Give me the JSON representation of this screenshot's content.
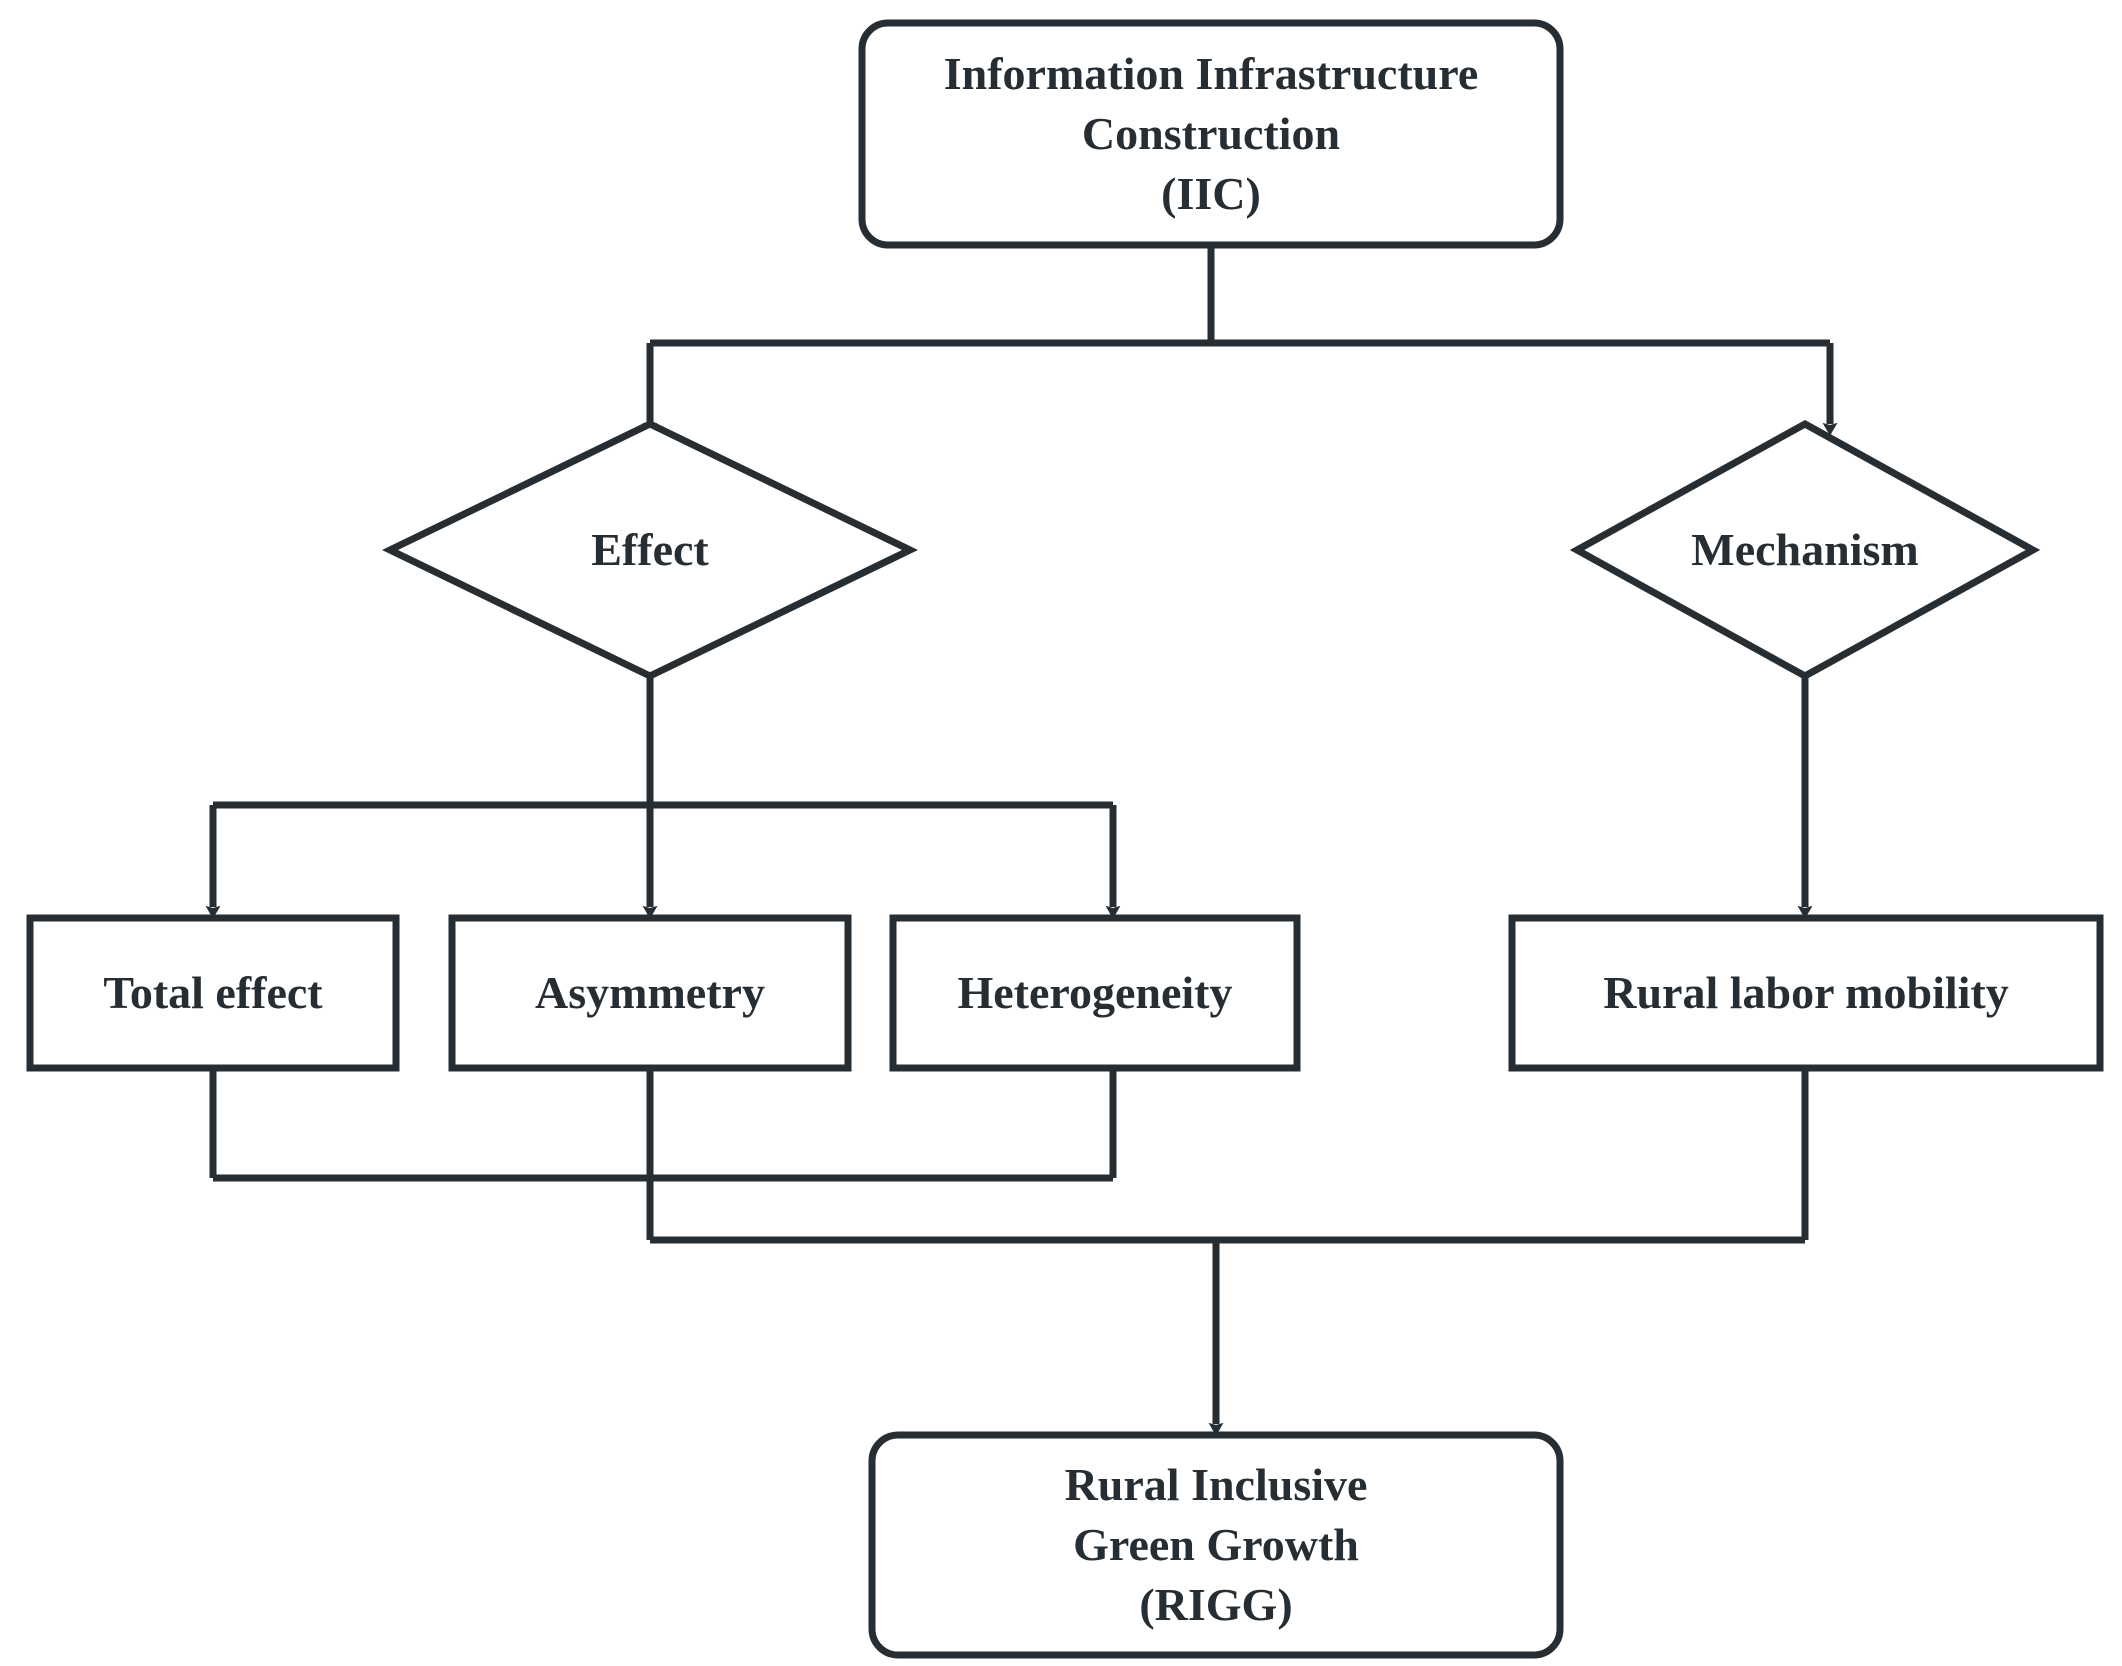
{
  "diagram": {
    "type": "flowchart",
    "title_node": "Information Infrastructure Construction (IIC)",
    "orientation": "top-down",
    "colors": {
      "stroke": "#262d33",
      "fill": "#ffffff",
      "text": "#262d33",
      "background": "#ffffff"
    }
  },
  "nodes": {
    "iic": {
      "id": "iic",
      "shape": "rounded-rectangle",
      "label": "Information Infrastructure\nConstruction\n(IIC)",
      "line1": "Information Infrastructure",
      "line2": "Construction",
      "line3": "(IIC)"
    },
    "effect": {
      "id": "effect",
      "shape": "diamond",
      "label": "Effect"
    },
    "mechanism": {
      "id": "mechanism",
      "shape": "diamond",
      "label": "Mechanism"
    },
    "total_effect": {
      "id": "total_effect",
      "shape": "rectangle",
      "label": "Total effect"
    },
    "asymmetry": {
      "id": "asymmetry",
      "shape": "rectangle",
      "label": "Asymmetry"
    },
    "heterogeneity": {
      "id": "heterogeneity",
      "shape": "rectangle",
      "label": "Heterogeneity"
    },
    "rural_labor_mobility": {
      "id": "rural_labor_mobility",
      "shape": "rectangle",
      "label": "Rural labor mobility"
    },
    "rigg": {
      "id": "rigg",
      "shape": "rounded-rectangle",
      "label": "Rural Inclusive\nGreen Growth\n(RIGG)",
      "line1": "Rural Inclusive",
      "line2": "Green Growth",
      "line3": "(RIGG)"
    }
  },
  "edges": [
    {
      "from": "iic",
      "to": "effect",
      "arrow": "filled-triangle"
    },
    {
      "from": "iic",
      "to": "mechanism",
      "arrow": "filled-triangle"
    },
    {
      "from": "effect",
      "to": "total_effect",
      "arrow": "filled-triangle"
    },
    {
      "from": "effect",
      "to": "asymmetry",
      "arrow": "filled-triangle"
    },
    {
      "from": "effect",
      "to": "heterogeneity",
      "arrow": "filled-triangle"
    },
    {
      "from": "mechanism",
      "to": "rural_labor_mobility",
      "arrow": "filled-triangle"
    },
    {
      "from": "total_effect",
      "to": "rigg",
      "arrow": "none"
    },
    {
      "from": "asymmetry",
      "to": "rigg",
      "arrow": "none"
    },
    {
      "from": "heterogeneity",
      "to": "rigg",
      "arrow": "none"
    },
    {
      "from": "rural_labor_mobility",
      "to": "rigg",
      "arrow": "filled-triangle"
    }
  ]
}
